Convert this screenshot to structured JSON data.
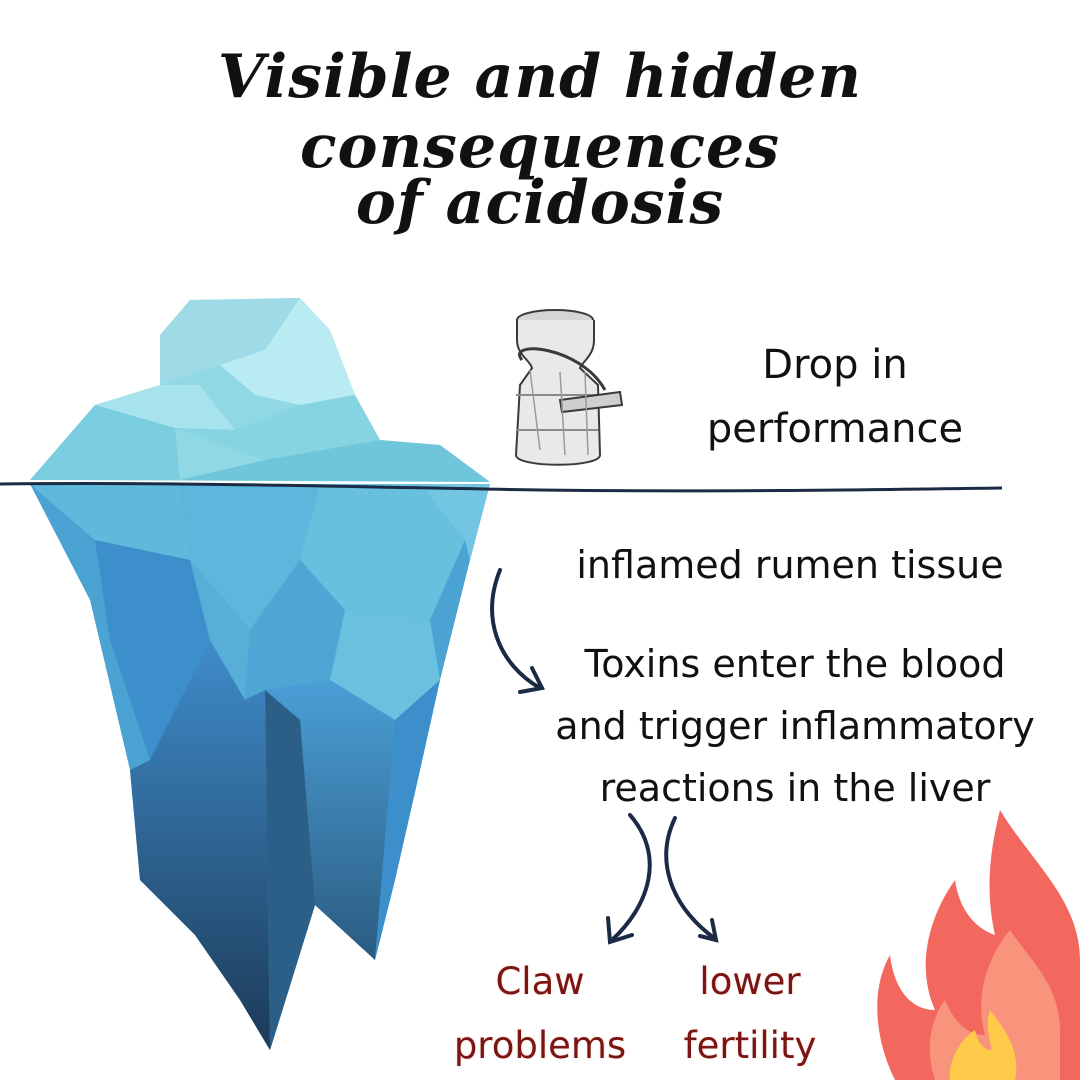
{
  "title": {
    "line1": "Visible and hidden consequences",
    "line2": "of acidosis"
  },
  "visible": {
    "line1": "Drop in",
    "line2": "performance"
  },
  "hidden": {
    "item1": "inflamed rumen tissue",
    "item2_line1": "Toxins enter the blood",
    "item2_line2": "and trigger inflammatory",
    "item2_line3": "reactions in the liver"
  },
  "outcomes": {
    "claw_line1": "Claw",
    "claw_line2": "problems",
    "fertility_line1": "lower",
    "fertility_line2": "fertility"
  },
  "icons": [
    "iceberg-icon",
    "milk-can-icon",
    "fire-icon",
    "arrow-icon"
  ],
  "colors": {
    "ice_top": "#8fd8e4",
    "ice_mid": "#4aa3d3",
    "ice_deep": "#1c3a57",
    "outcome_text": "#7a1515",
    "fire_outer": "#f2675e",
    "fire_inner": "#ffc94a",
    "arrow": "#1b2b45"
  }
}
